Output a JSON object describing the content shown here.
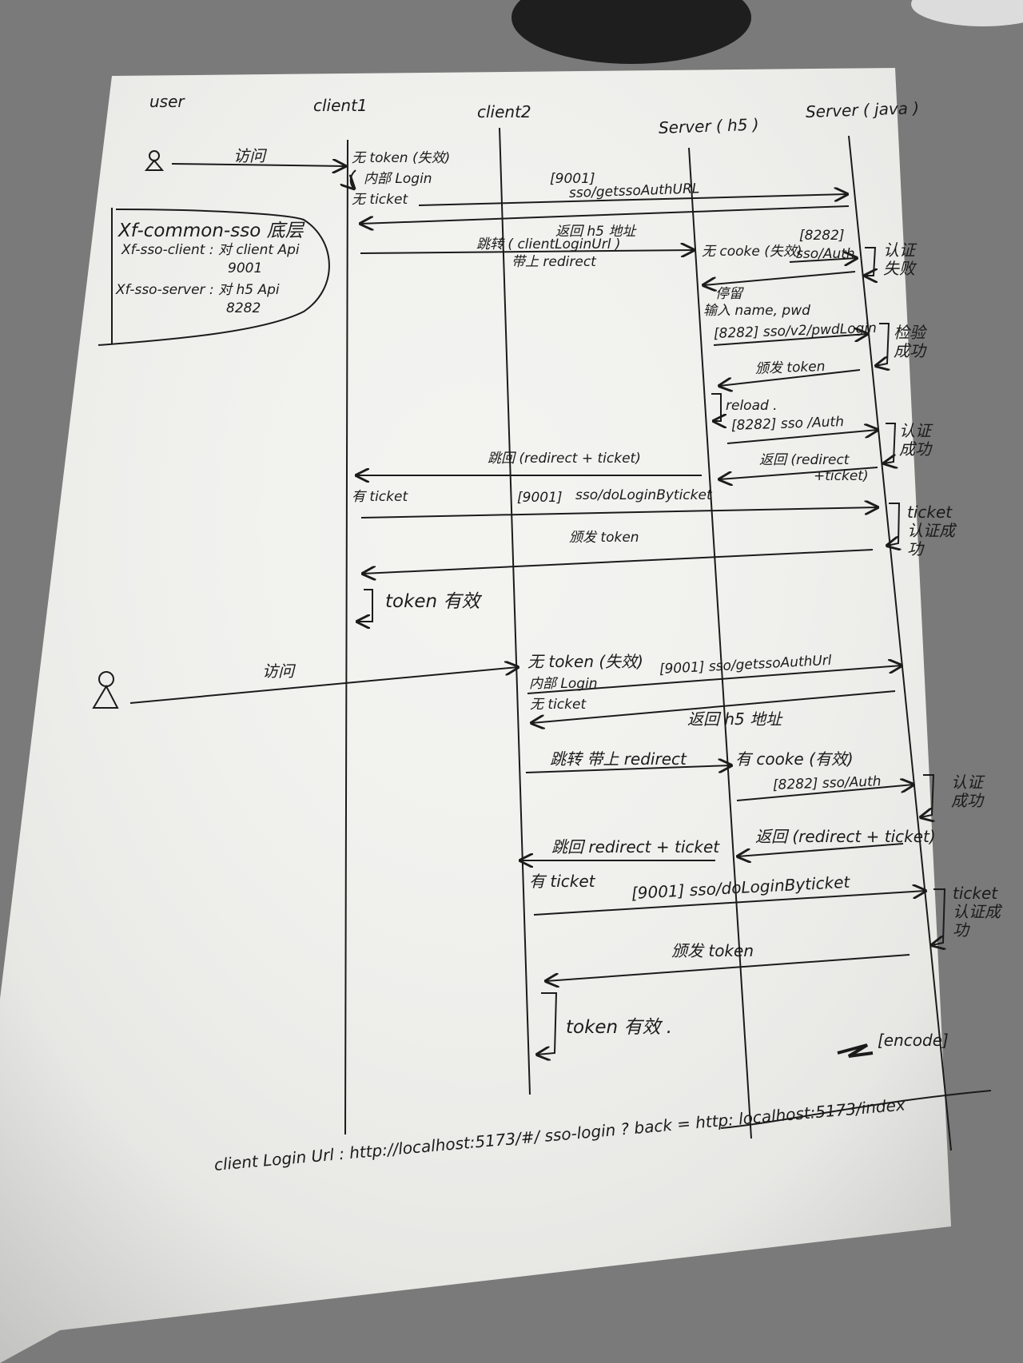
{
  "participants": {
    "user": "user",
    "client1": "client1",
    "client2": "client2",
    "server_h5": "Server ( h5 )",
    "server_java": "Server ( java )"
  },
  "legend": {
    "line1": "Xf-common-sso 底层",
    "line2": "Xf-sso-client : 对 client Api",
    "line3": "9001",
    "line4": "Xf-sso-server : 对 h5 Api",
    "line5": "8282"
  },
  "flow1": {
    "visit": "访问",
    "no_token": "无 token (失效)",
    "inner_login": "内部 Login",
    "no_ticket": "无 ticket",
    "get_auth_url_port": "[9001]",
    "get_auth_url": "sso/getssoAuthURL",
    "return_h5_addr": "返回 h5 地址",
    "redirect_a": "跳转 ( clientLoginUrl )",
    "redirect_b": "带上 redirect",
    "no_cookie": "无 cooke (失效)",
    "auth_port": "[8282]",
    "auth_path": "sso/Auth",
    "auth_fail": "认证失败",
    "stay": "停留",
    "input_name_pwd": "输入 name, pwd",
    "pwd_login": "[8282] sso/v2/pwdLogin",
    "check_ok": "检验成功",
    "issue_token": "颁发 token",
    "reload": "reload .",
    "auth2": "[8282] sso /Auth",
    "auth_ok": "认证成功",
    "return_redirect_a": "返回 (redirect",
    "return_redirect_b": "+ticket)",
    "jump_back": "跳回 (redirect + ticket)",
    "has_ticket": "有 ticket",
    "dologin_port": "[9001]",
    "dologin_path": "sso/doLoginByticket",
    "ticket_auth_ok": "ticket 认证成功",
    "issue_token2": "颁发 token",
    "token_valid": "token 有效"
  },
  "flow2": {
    "visit": "访问",
    "no_token": "无 token (失效)",
    "inner_login": "内部 Login",
    "no_ticket": "无 ticket",
    "get_auth_url": "[9001] sso/getssoAuthUrl",
    "return_h5_addr": "返回 h5 地址",
    "redirect": "跳转 带上 redirect",
    "has_cookie": "有 cooke (有效)",
    "auth": "[8282] sso/Auth",
    "auth_ok": "认证成功",
    "return_redirect": "返回 (redirect + ticket)",
    "jump_back": "跳回 redirect + ticket",
    "has_ticket": "有 ticket",
    "dologin": "[9001]  sso/doLoginByticket",
    "ticket_auth_ok": "ticket 认证成功",
    "issue_token": "颁发 token",
    "token_valid": "token 有效 ."
  },
  "footer": {
    "encode": "[encode]",
    "url": "client Login Url :  http://localhost:5173/#/ sso-login ? back = http: localhost:5173/index"
  },
  "colors": {
    "background": "#7d7d7d",
    "paper": "#f4f4f1",
    "ink": "#1b1b1b"
  }
}
